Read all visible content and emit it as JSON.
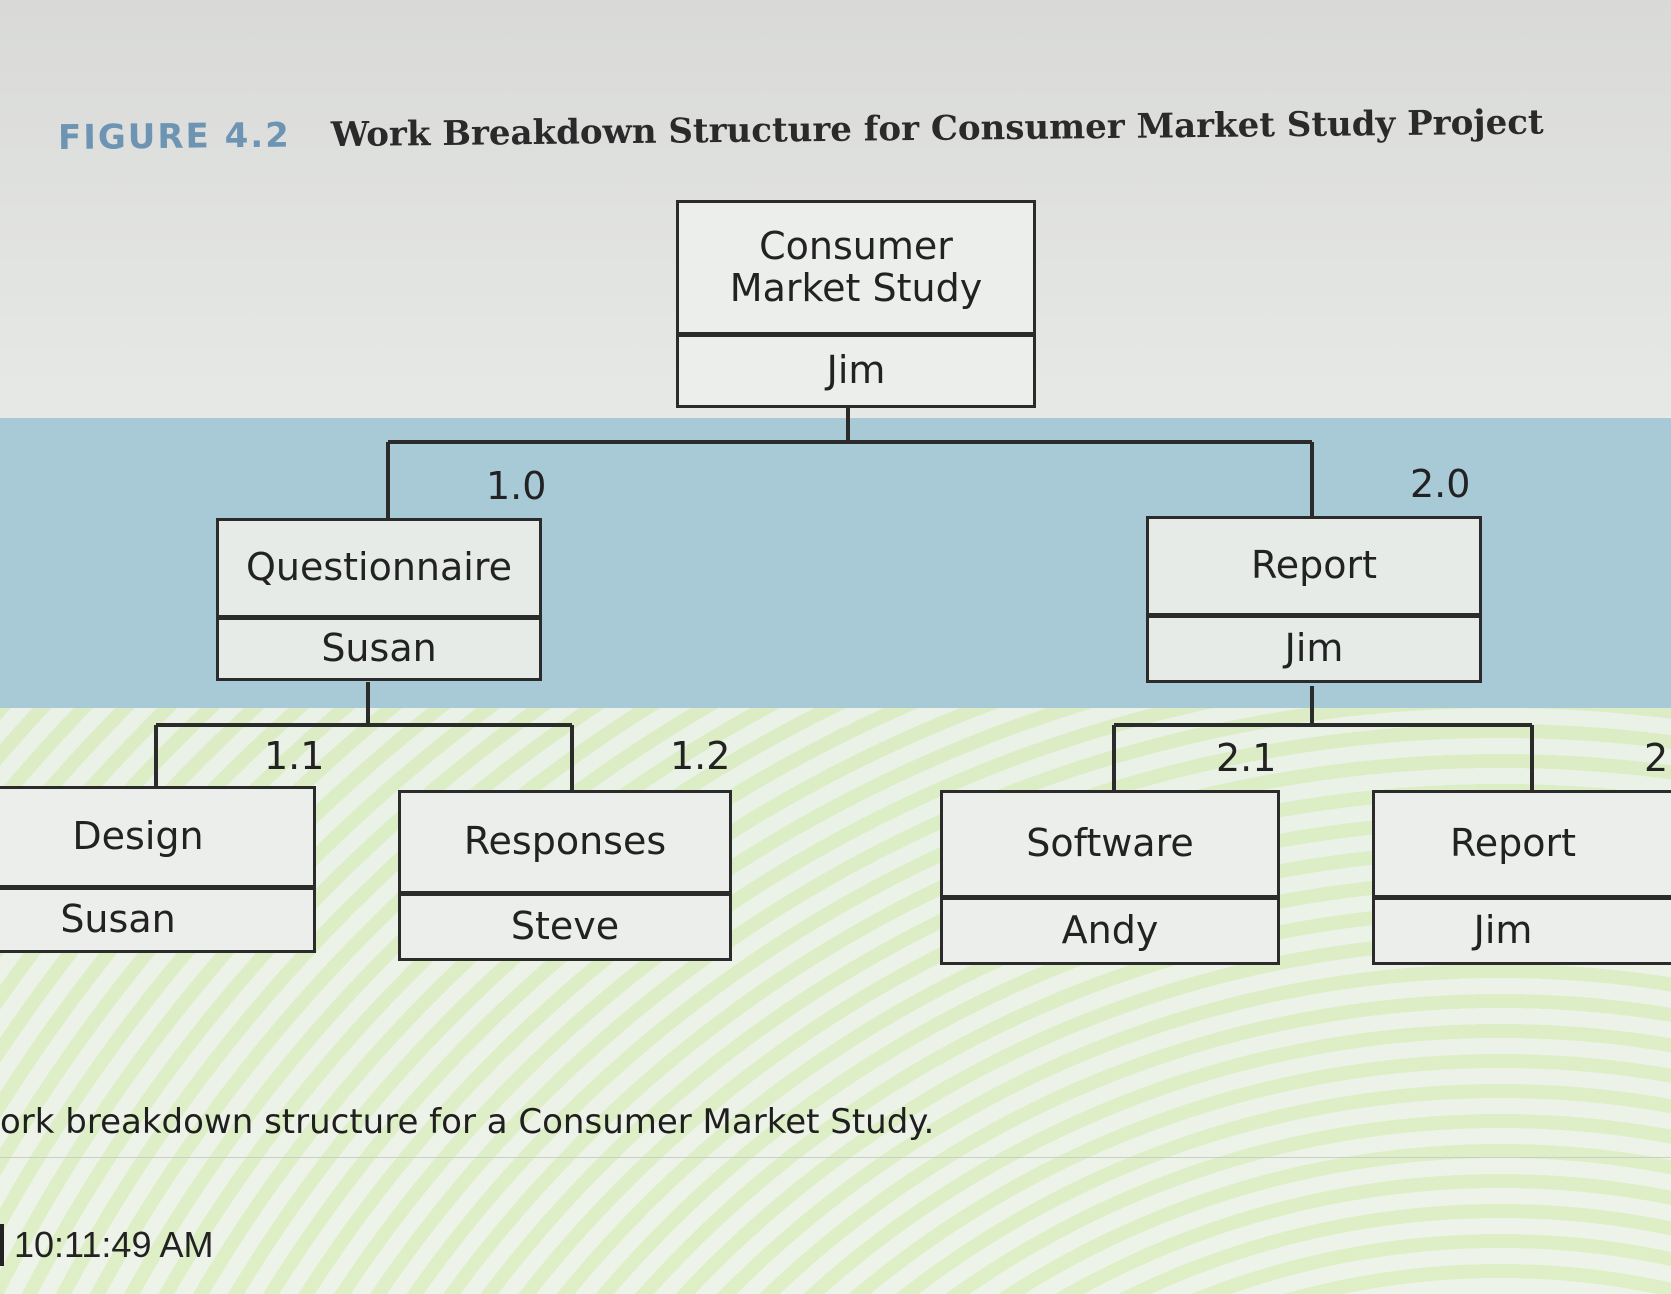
{
  "figure": {
    "number": "FIGURE 4.2",
    "title": "Work Breakdown Structure for Consumer Market Study Project"
  },
  "wbs": {
    "root": {
      "name": "Consumer Market Study",
      "owner": "Jim"
    },
    "level1": [
      {
        "code": "1.0",
        "name": "Questionnaire",
        "owner": "Susan"
      },
      {
        "code": "2.0",
        "name": "Report",
        "owner": "Jim"
      }
    ],
    "level2": [
      {
        "code": "1.1",
        "name": "Design",
        "owner": "Susan"
      },
      {
        "code": "1.2",
        "name": "Responses",
        "owner": "Steve"
      },
      {
        "code": "2.1",
        "name": "Software",
        "owner": "Andy"
      },
      {
        "code": "2",
        "name": "Report",
        "owner": "Jim"
      }
    ]
  },
  "caption": "ork breakdown structure for a Consumer Market Study.",
  "timestamp": "10:11:49 AM"
}
